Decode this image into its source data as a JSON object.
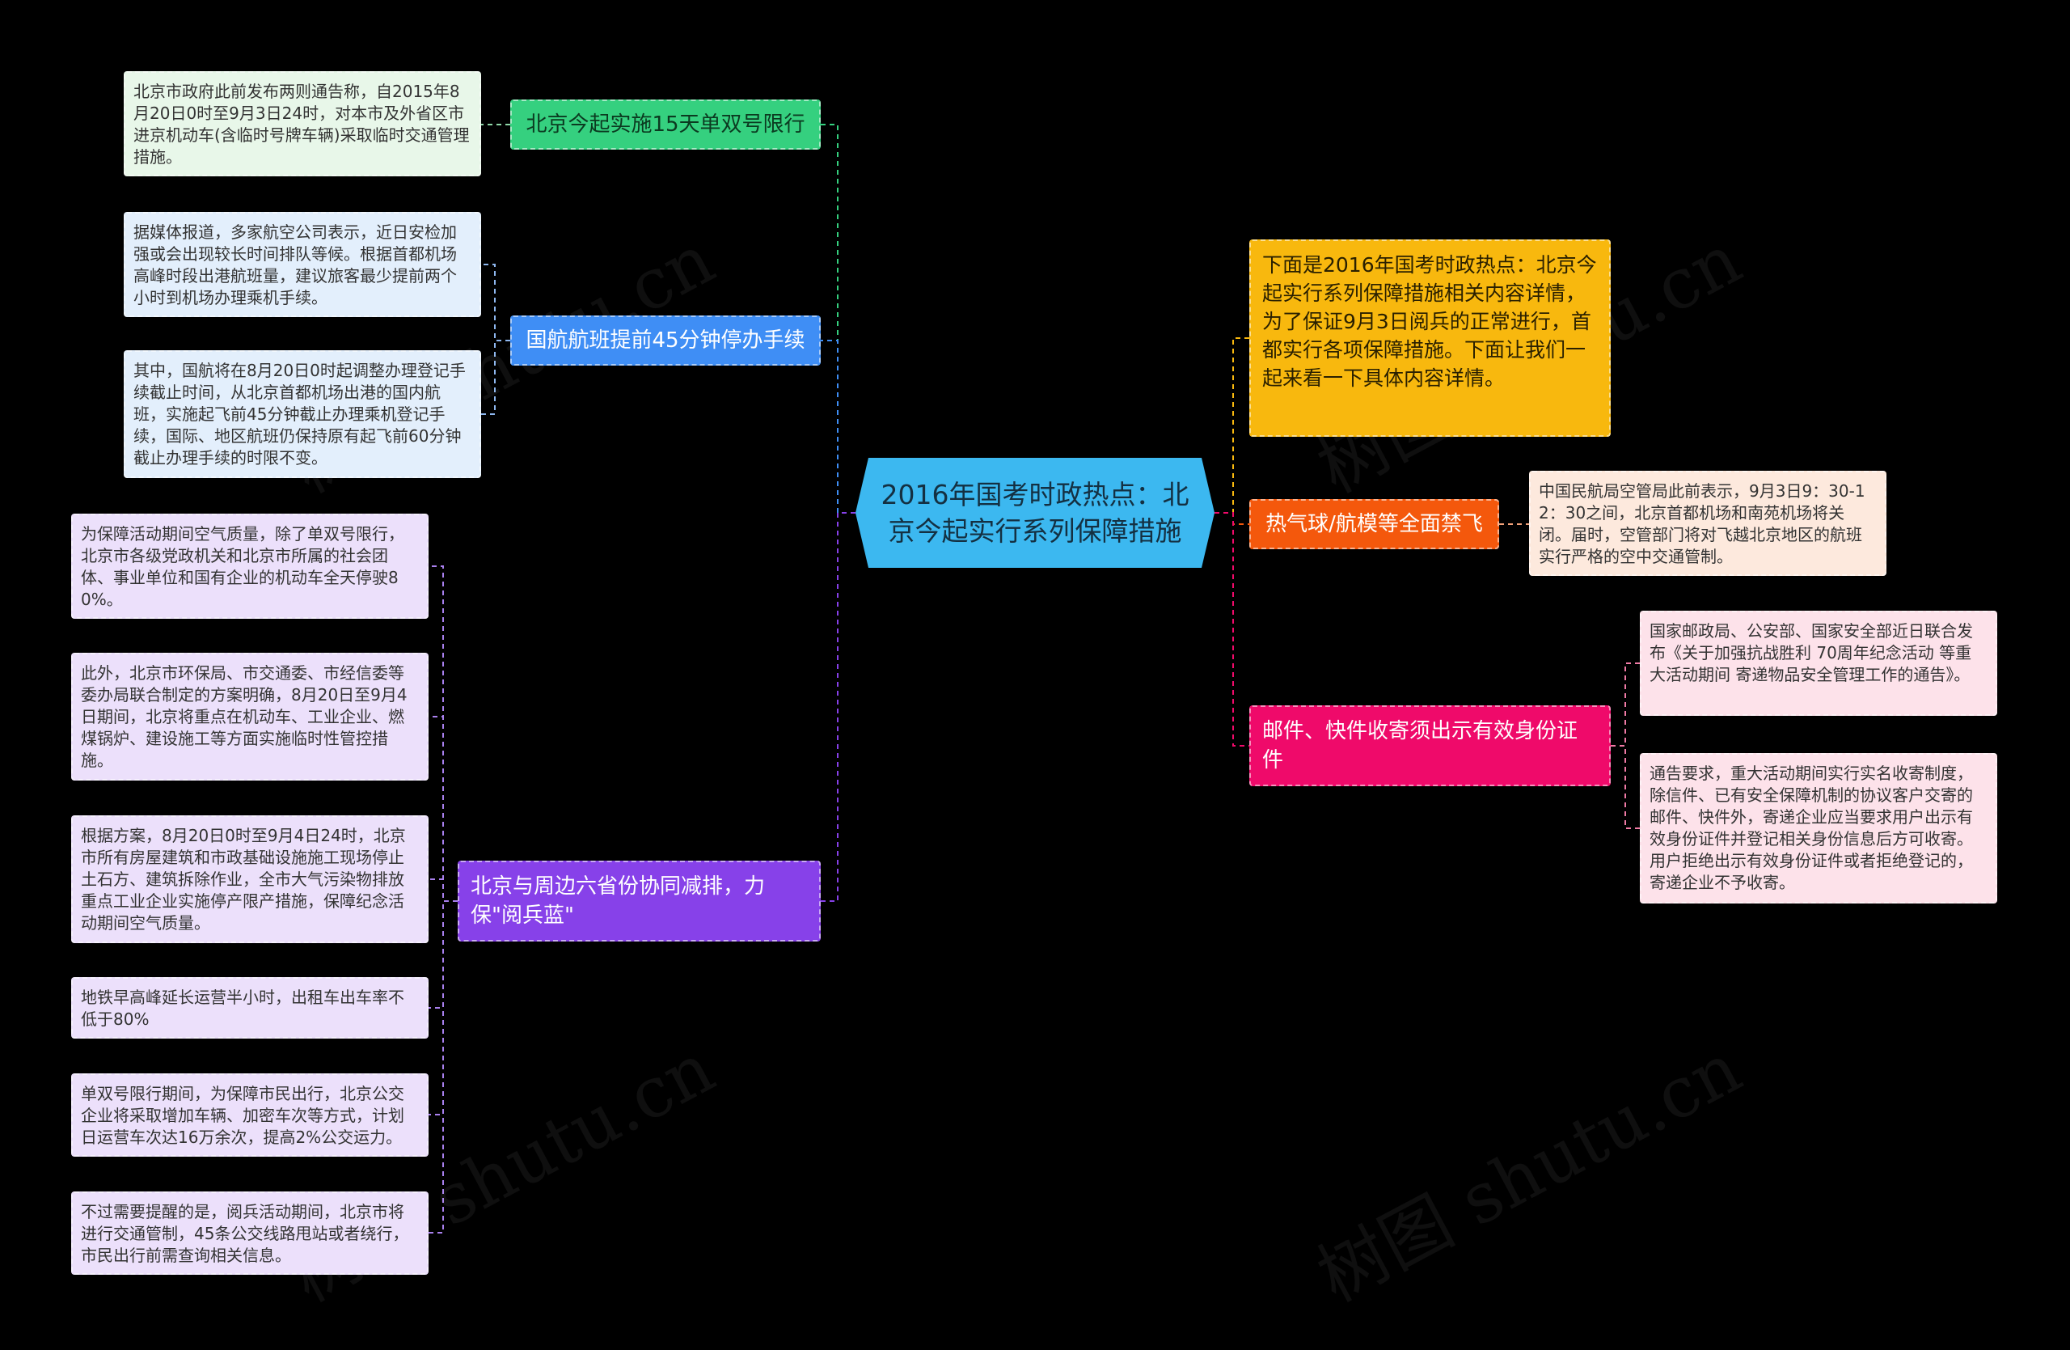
{
  "center": {
    "title": "2016年国考时政热点：北京今起实行系列保障措施"
  },
  "branches": [
    {
      "label": "北京今起实施15天单双号限行",
      "color": "#35d07f",
      "leaves": [
        "北京市政府此前发布两则通告称，自2015年8月20日0时至9月3日24时，对本市及外省区市进京机动车(含临时号牌车辆)采取临时交通管理措施。"
      ]
    },
    {
      "label": "国航航班提前45分钟停办手续",
      "color": "#3f8ef5",
      "leaves": [
        "据媒体报道，多家航空公司表示，近日安检加强或会出现较长时间排队等候。根据首都机场高峰时段出港航班量，建议旅客最少提前两个小时到机场办理乘机手续。",
        "其中，国航将在8月20日0时起调整办理登记手续截止时间，从北京首都机场出港的国内航班，实施起飞前45分钟截止办理乘机登记手续，国际、地区航班仍保持原有起飞前60分钟截止办理手续的时限不变。"
      ]
    },
    {
      "label": "北京与周边六省份协同减排，力保\"阅兵蓝\"",
      "color": "#8741e9",
      "leaves": [
        "为保障活动期间空气质量，除了单双号限行，北京市各级党政机关和北京市所属的社会团体、事业单位和国有企业的机动车全天停驶80%。",
        "此外，北京市环保局、市交通委、市经信委等委办局联合制定的方案明确，8月20日至9月4日期间，北京将重点在机动车、工业企业、燃煤锅炉、建设施工等方面实施临时性管控措施。",
        "根据方案，8月20日0时至9月4日24时，北京市所有房屋建筑和市政基础设施施工现场停止土石方、建筑拆除作业，全市大气污染物排放重点工业企业实施停产限产措施，保障纪念活动期间空气质量。",
        "地铁早高峰延长运营半小时，出租车出车率不低于80%",
        "单双号限行期间，为保障市民出行，北京公交企业将采取增加车辆、加密车次等方式，计划日运营车次达16万余次，提高2%公交运力。",
        "不过需要提醒的是，阅兵活动期间，北京市将进行交通管制，45条公交线路甩站或者绕行，市民出行前需查询相关信息。"
      ]
    },
    {
      "label": "下面是2016年国考时政热点：北京今起实行系列保障措施相关内容详情，为了保证9月3日阅兵的正常进行，首都实行各项保障措施。下面让我们一起来看一下具体内容详情。",
      "color": "#f8b80e",
      "leaves": []
    },
    {
      "label": "热气球/航模等全面禁飞",
      "color": "#f4580c",
      "leaves": [
        "中国民航局空管局此前表示，9月3日9：30-12：30之间，北京首都机场和南苑机场将关闭。届时，空管部门将对飞越北京地区的航班实行严格的空中交通管制。"
      ]
    },
    {
      "label": "邮件、快件收寄须出示有效身份证件",
      "color": "#ef0a6a",
      "leaves": [
        "国家邮政局、公安部、国家安全部近日联合发布《关于加强抗战胜利 70周年纪念活动 等重大活动期间 寄递物品安全管理工作的通告》。",
        "通告要求，重大活动期间实行实名收寄制度，除信件、已有安全保障机制的协议客户交寄的邮件、快件外，寄递企业应当要求用户出示有效身份证件并登记相关身份信息后方可收寄。用户拒绝出示有效身份证件或者拒绝登记的，寄递企业不予收寄。"
      ]
    }
  ],
  "watermark": "树图 shutu.cn"
}
